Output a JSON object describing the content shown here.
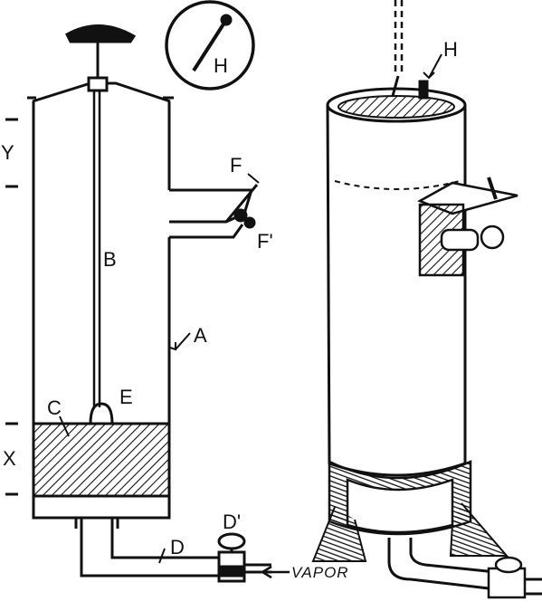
{
  "labels": {
    "y": "Y",
    "x": "X",
    "a": "A",
    "b": "B",
    "c": "C",
    "e": "E",
    "f": "F",
    "f_prime": "F'",
    "d": "D",
    "d_prime": "D'",
    "h_gauge": "H",
    "h_right": "H",
    "vapor": "VAPOR"
  },
  "colors": {
    "ink": "#111111",
    "paper": "#ffffff"
  }
}
